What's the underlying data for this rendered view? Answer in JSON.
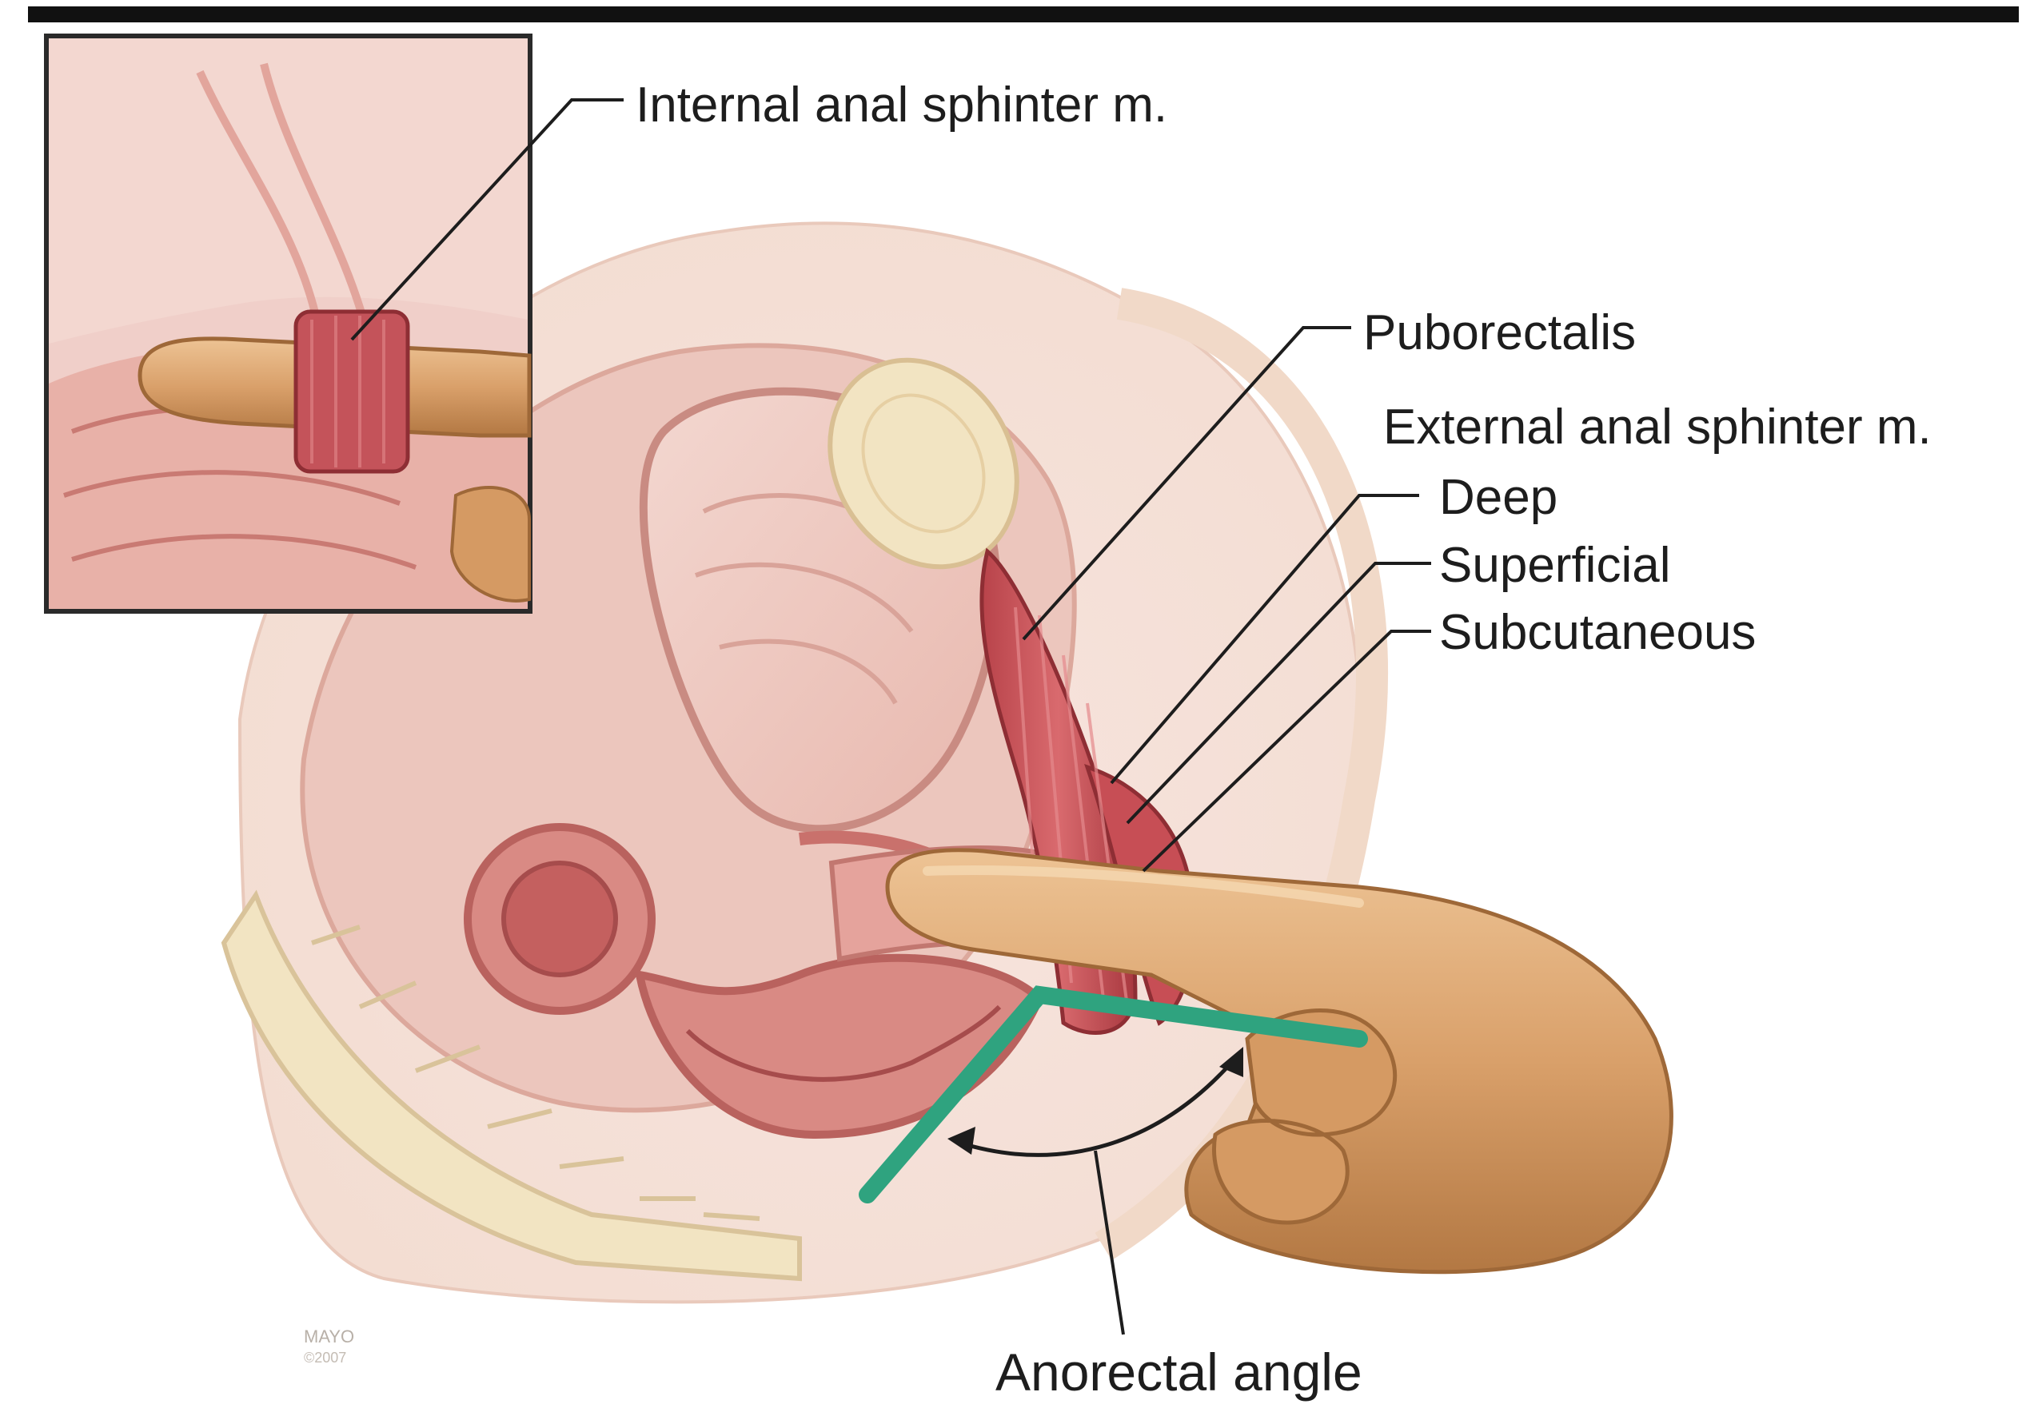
{
  "labels": {
    "internal_sphincter": "Internal anal sphinter m.",
    "puborectalis": "Puborectalis",
    "external_sphincter": "External anal sphinter m.",
    "deep": "Deep",
    "superficial": "Superficial",
    "subcutaneous": "Subcutaneous",
    "anorectal_angle": "Anorectal angle",
    "watermark_line1": "MAYO",
    "watermark_line2": "©2007"
  },
  "colors": {
    "angle_line": "#2fa37f",
    "muscle": "#c9535a",
    "tissue": "#f2cfc8",
    "finger": "#d9a06a",
    "bone": "#f2e4c2",
    "leader_line": "#1d1d1d"
  }
}
